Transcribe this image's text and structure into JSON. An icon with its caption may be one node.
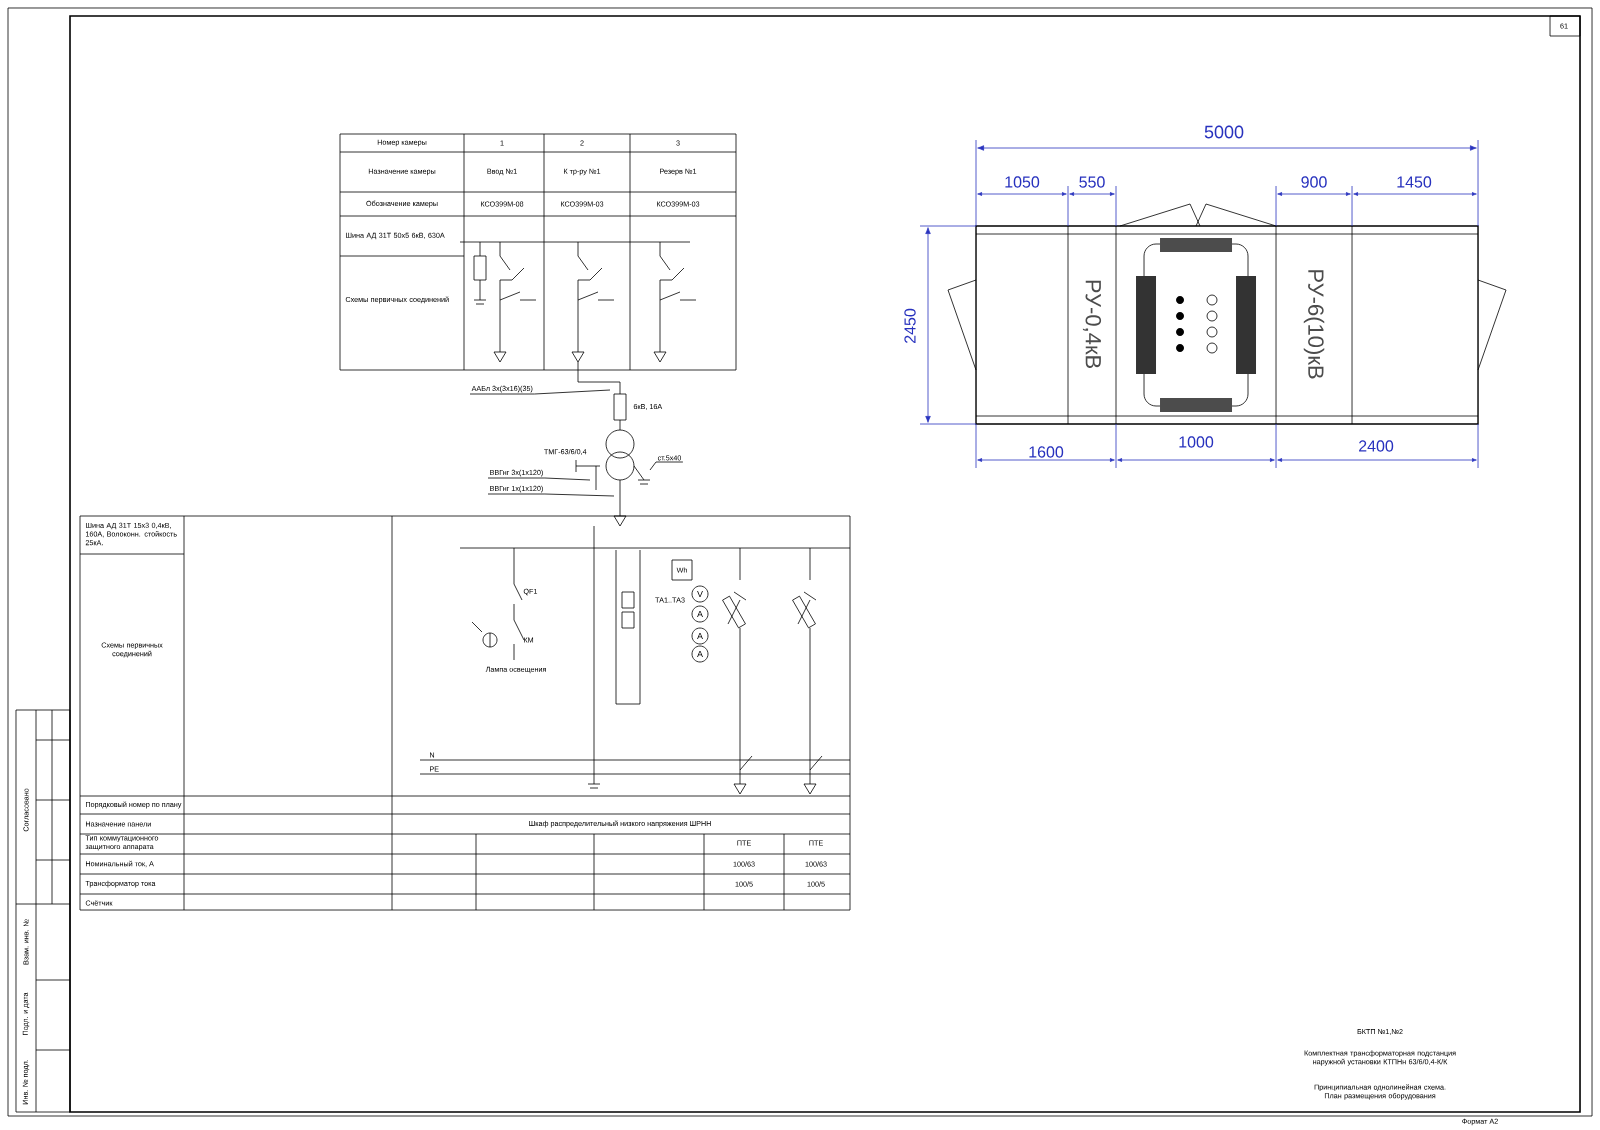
{
  "diagram": {
    "nodes": [
      {
        "text": [
          "ААБл 3х(3х16)(35)"
        ]
      },
      {
        "text": [
          "ВВГнг 3х(1х120)"
        ]
      },
      {
        "text": [
          "ВВГнг 1х(1х120)"
        ]
      },
      {
        "text": [
          "ст.5х40"
        ]
      },
      {
        "text": [],
        "shape": "picture"
      }
    ],
    "edges": [
      {
        "from": 0,
        "to": 4,
        "arrow": "none"
      },
      {
        "from": 1,
        "to": 4,
        "arrow": "none"
      },
      {
        "from": 2,
        "to": 4,
        "arrow": "none"
      },
      {
        "from": 3,
        "to": 4,
        "arrow": "none"
      }
    ],
    "labels": [
      "61",
      "Номер камеры",
      "1",
      "2",
      "3",
      "Назначение камеры",
      "Ввод №1",
      "К тр-ру №1",
      "Резерв №1",
      "Обозначение камеры",
      "КСО399М-08",
      "КСО399М-03",
      "КСО399М-03",
      "Шина АД 31Т 50х5 6кВ, 630А",
      "Схемы первичных соединений",
      "5000",
      "1050",
      "550",
      "900",
      "1450",
      "2450",
      "РУ-0,4кВ",
      "РУ-6(10)кВ",
      "1600",
      "1000",
      "2400",
      "6кВ, 16А",
      "ТМГ-63/6/0,4",
      "Шина АД 31Т 15х3 0,4кВ, 160А, Волоконн. стойкость 25кА.",
      "Wh",
      "QF1",
      "ТА1..ТА3",
      "V",
      "A",
      "A",
      "A",
      "КМ",
      "Схемы первичных соединений",
      "Лампа освещения",
      "N",
      "PE",
      "Порядковый номер по плану",
      "Назначение панели",
      "Шкаф распределительный низкого напряжения ШРНН",
      "Тип коммутационного защитного аппарата",
      "ПТЕ",
      "ПТЕ",
      "Номинальный ток, А",
      "100/63",
      "100/63",
      "Трансформатор тока",
      "100/5",
      "100/5",
      "Счётчик",
      "Согласовано",
      "Инв. № подл.",
      "Подп. и дата",
      "Взам. инв. №",
      "БКТП №1,№2",
      "Комплектная трансформаторная подстанция наружной установки КТПНн 63/6/0,4-К/К",
      "Принципиальная однолинейная схема. План размещения оборудования",
      "Формат А2"
    ]
  }
}
